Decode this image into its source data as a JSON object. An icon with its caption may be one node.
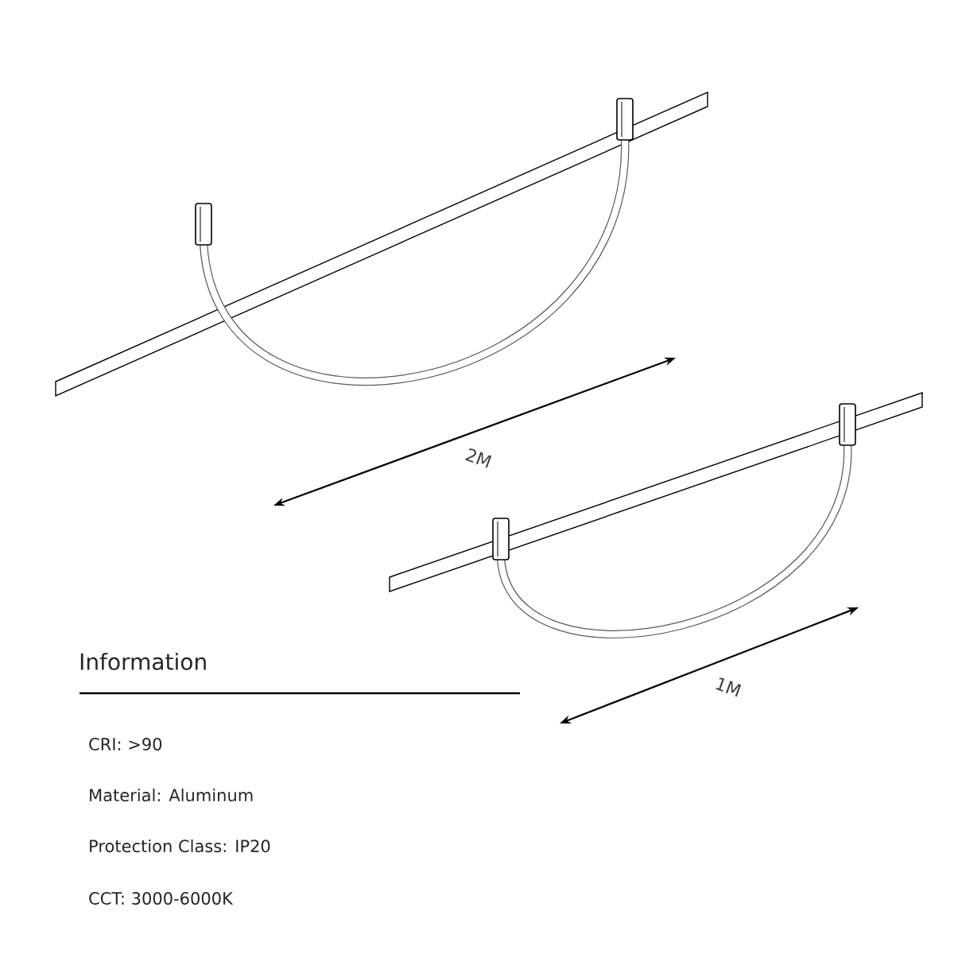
{
  "diagram": {
    "labels": [
      "2M",
      "1M",
      "Information",
      "CRI:  >90",
      "Material:  Aluminum",
      "Protection Class:  IP20",
      "CCT:  3000-6000K"
    ]
  }
}
